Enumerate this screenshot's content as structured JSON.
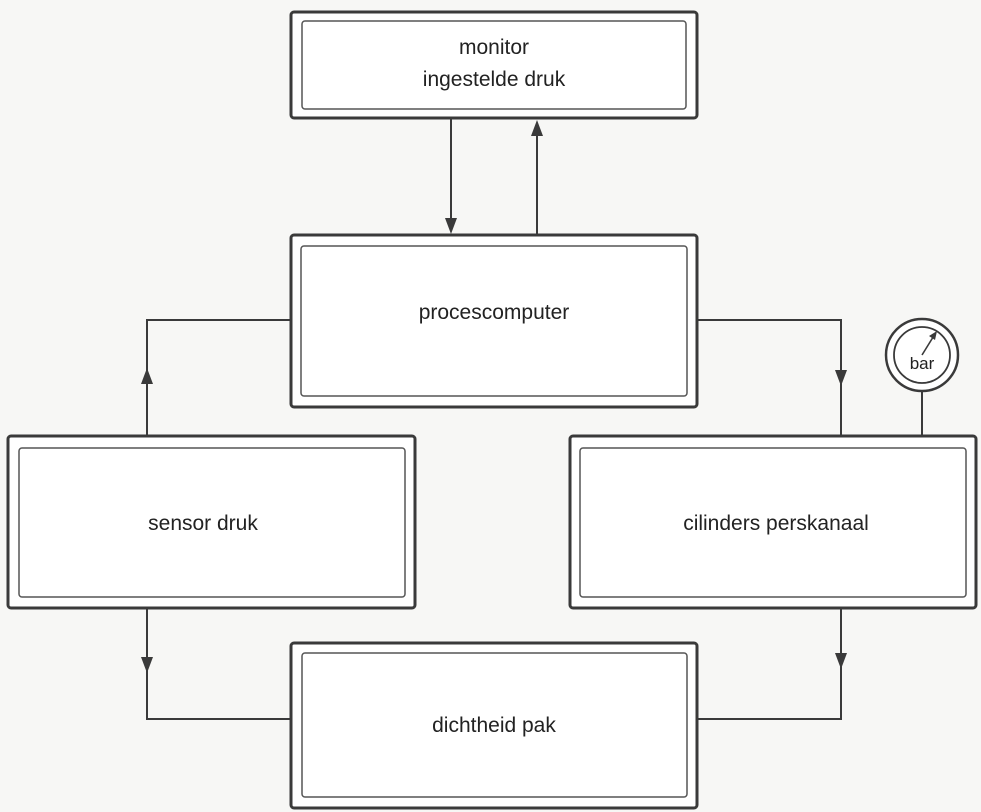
{
  "boxes": {
    "monitor": {
      "line1": "monitor",
      "line2": "ingestelde druk"
    },
    "procescomputer": {
      "label": "procescomputer"
    },
    "sensor": {
      "label": "sensor druk"
    },
    "cilinders": {
      "label": "cilinders perskanaal"
    },
    "dichtheid": {
      "label": "dichtheid pak"
    }
  },
  "gauge": {
    "label": "bar"
  },
  "colors": {
    "stroke": "#3a3a3a",
    "background": "#f7f7f5",
    "box_fill": "#ffffff"
  }
}
